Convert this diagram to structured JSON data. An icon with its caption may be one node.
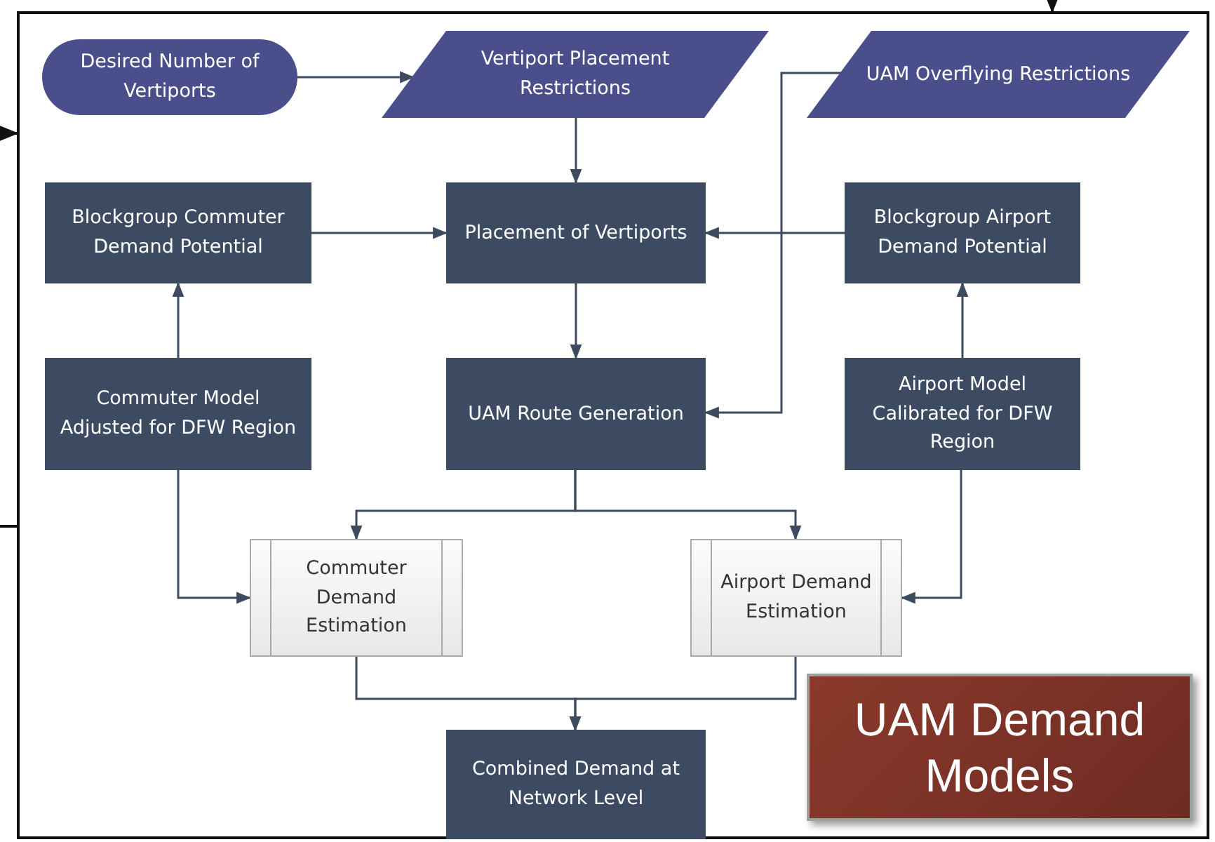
{
  "diagram": {
    "nodes": [
      {
        "text": [],
        "shape": "box"
      },
      {
        "text": [
          "Desired Number of Vertiports"
        ],
        "in": 0
      },
      {
        "text": [
          "Vertiport Placement Restrictions"
        ],
        "in": 0
      },
      {
        "text": [
          "UAM Overflying Restrictions"
        ],
        "in": 0
      },
      {
        "text": [
          "Blockgroup Commuter Demand Potential"
        ],
        "in": 0
      },
      {
        "text": [
          "Placement of Vertiports"
        ],
        "in": 0
      },
      {
        "text": [
          "Blockgroup Airport Demand Potential"
        ],
        "in": 0
      },
      {
        "text": [
          "Commuter Model Adjusted for DFW Region"
        ],
        "in": 0
      },
      {
        "text": [
          "UAM Route Generation"
        ],
        "in": 0
      },
      {
        "text": [
          "Airport Model Calibrated for DFW Region"
        ],
        "in": 0
      },
      {
        "text": [
          "Commuter Demand Estimation"
        ],
        "in": 0
      },
      {
        "text": [
          "Airport Demand Estimation"
        ],
        "in": 0
      },
      {
        "text": [
          "Combined Demand at Network Level"
        ],
        "in": 0
      },
      {
        "text": [
          "UAM Demand Models"
        ],
        "in": 0
      }
    ],
    "edges": [
      {
        "from": 1,
        "to": 2,
        "arrow": "to"
      },
      {
        "from": 2,
        "to": 5,
        "arrow": "to"
      },
      {
        "from": 4,
        "to": 5,
        "arrow": "to"
      },
      {
        "from": 6,
        "to": 5,
        "arrow": "to"
      },
      {
        "from": 3,
        "to": 8,
        "arrow": "to"
      },
      {
        "from": 5,
        "to": 8,
        "arrow": "to"
      },
      {
        "from": 7,
        "to": 4,
        "arrow": "to"
      },
      {
        "from": 9,
        "to": 6,
        "arrow": "to"
      },
      {
        "from": 8,
        "to": 10,
        "arrow": "to"
      },
      {
        "from": 8,
        "to": 11,
        "arrow": "to"
      },
      {
        "from": 7,
        "to": 10,
        "arrow": "to"
      },
      {
        "from": 9,
        "to": 11,
        "arrow": "to"
      },
      {
        "from": 10,
        "to": 12,
        "arrow": "to"
      },
      {
        "from": 11,
        "to": 12,
        "arrow": "to"
      },
      {
        "from": null,
        "to": 0,
        "arrow": "to"
      },
      {
        "from": null,
        "to": 0,
        "arrow": "to"
      },
      {
        "from": null,
        "to": 0,
        "arrow": "none"
      }
    ]
  }
}
